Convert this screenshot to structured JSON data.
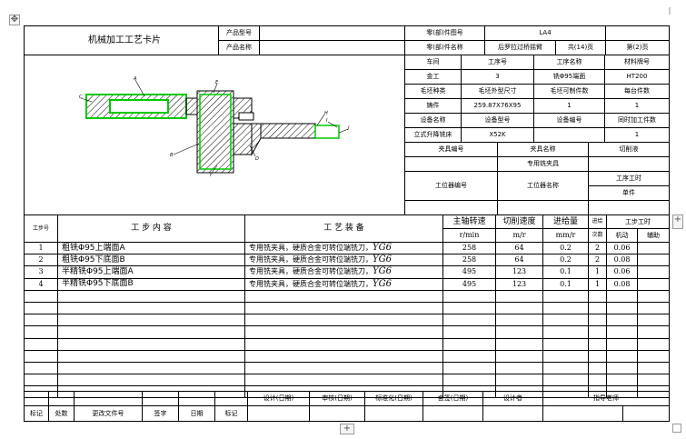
{
  "doc_title": "机械加工工艺卡片",
  "header": {
    "product_model_label": "产品型号",
    "product_model_value": "",
    "product_name_label": "产品名称",
    "product_name_value": "",
    "part_no_label": "零(部)件图号",
    "part_no_value": "LA4",
    "part_name_label": "零(部)件名称",
    "part_name_value": "后罗拉过桥摇臂",
    "total_pages": "共(14)页",
    "page_no": "第(2)页"
  },
  "process_info": {
    "workshop_label": "车间",
    "process_no_label": "工序号",
    "process_name_label": "工序名称",
    "material_label": "材料牌号",
    "workshop": "金工",
    "process_no": "3",
    "process_name": "铣Φ95端面",
    "material": "HT200",
    "blank_type_label": "毛坯种类",
    "blank_size_label": "毛坯外型尺寸",
    "parts_per_blank_label": "毛坯可制件数",
    "parts_per_machine_label": "每台件数",
    "blank_type": "铸件",
    "blank_size": "259.87X76X95",
    "parts_per_blank": "1",
    "parts_per_machine": "1",
    "equipment_name_label": "设备名称",
    "equipment_model_label": "设备型号",
    "equipment_no_label": "设备编号",
    "simul_parts_label": "同时加工件数",
    "equipment_name": "立式升降铣床",
    "equipment_model": "X52K",
    "equipment_no": "",
    "simul_parts": "1"
  },
  "fixture": {
    "fixture_no_label": "夹具编号",
    "fixture_name_label": "夹具名称",
    "coolant_label": "切削液",
    "fixture_name": "专用铣夹具",
    "station_tool_no_label": "工位器编号",
    "station_tool_name_label": "工位器名称",
    "time_label": "工序工时",
    "unit_label": "单件"
  },
  "sketch_labels": [
    "C",
    "A",
    "E",
    "B",
    "F",
    "D",
    "H",
    "I",
    "J"
  ],
  "steps_header": {
    "step_no": "工步号",
    "content": "工 步 内 容",
    "equipment": "工 艺 装 备",
    "spindle_speed": "主轴转速",
    "spindle_unit": "r/min",
    "cutting_speed": "切削速度",
    "cutting_unit": "m/r",
    "feed": "进给量",
    "feed_unit": "mm/r",
    "passes": "进给",
    "passes_sub": "次数",
    "step_time": "工步工时",
    "machine": "机动",
    "aux": "辅助"
  },
  "steps": [
    {
      "no": "1",
      "content": "粗铣Φ95上端面A",
      "equipment": "专用铣夹具，硬质合金可转位端铣刀，",
      "tool": "YG6",
      "speed": "258",
      "cut": "64",
      "feed": "0.2",
      "passes": "2",
      "machine": "0.06",
      "aux": ""
    },
    {
      "no": "2",
      "content": "粗铣Φ95下底面B",
      "equipment": "专用铣夹具，硬质合金可转位端铣刀，",
      "tool": "YG6",
      "speed": "258",
      "cut": "64",
      "feed": "0.2",
      "passes": "2",
      "machine": "0.08",
      "aux": ""
    },
    {
      "no": "3",
      "content": "半精铣Φ95上端面A",
      "equipment": "专用铣夹具，硬质合金可转位端铣刀，",
      "tool": "YG6",
      "speed": "495",
      "cut": "123",
      "feed": "0.1",
      "passes": "1",
      "machine": "0.06",
      "aux": ""
    },
    {
      "no": "4",
      "content": "半精铣Φ95下底面B",
      "equipment": "专用铣夹具，硬质合金可转位端铣刀，",
      "tool": "YG6",
      "speed": "495",
      "cut": "123",
      "feed": "0.1",
      "passes": "1",
      "machine": "0.08",
      "aux": ""
    }
  ],
  "footer": {
    "design": "设计(日期)",
    "review": "审核(日期)",
    "standard": "标准化(日期)",
    "countersign": "会签(日期)",
    "designer": "设计者",
    "advisor": "指导老师",
    "mark": "标记",
    "count": "处数",
    "change_doc": "更改文件号",
    "signature": "签字",
    "date": "日期",
    "mark2": "标记"
  },
  "colors": {
    "part_outline": "#00c800",
    "hatch": "#000000"
  }
}
